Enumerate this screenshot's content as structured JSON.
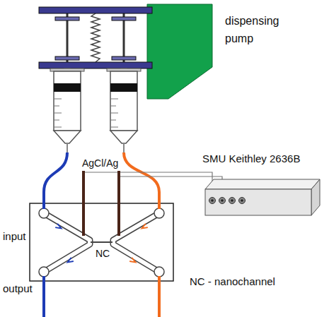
{
  "diagram": {
    "nodes": [
      {
        "text": [
          "SMU Keithley 2636B"
        ]
      }
    ],
    "labels": [
      "dispensing pump",
      "AgCl/Ag",
      "input",
      "NC",
      "NC - nanochannel",
      "output"
    ]
  }
}
